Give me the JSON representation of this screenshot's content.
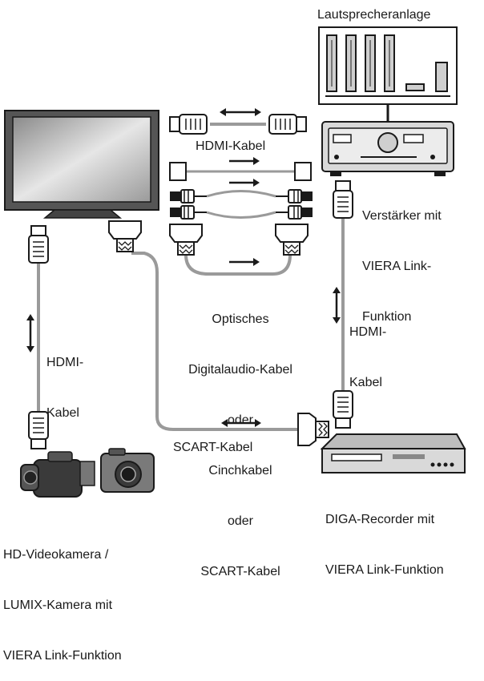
{
  "labels": {
    "speaker_system": "Lautsprecheranlage",
    "hdmi_cable_top": "HDMI-Kabel",
    "amplifier": [
      "Verstärker mit",
      "VIERA Link-",
      "Funktion"
    ],
    "hdmi_cable_left": [
      "HDMI-",
      "Kabel"
    ],
    "hdmi_cable_right": [
      "HDMI-",
      "Kabel"
    ],
    "middle_cables": [
      "Optisches",
      "Digitalaudio-Kabel",
      "oder",
      "Cinchkabel",
      "oder",
      "SCART-Kabel"
    ],
    "scart_cable_bottom": "SCART-Kabel",
    "diga_recorder": [
      "DIGA-Recorder mit",
      "VIERA Link-Funktion"
    ],
    "cameras": [
      "HD-Videokamera /",
      "LUMIX-Kamera mit",
      "VIERA Link-Funktion"
    ]
  },
  "icons": [
    "tv-icon",
    "speaker-system-icon",
    "amplifier-icon",
    "hdmi-plug-icon",
    "optical-plug-icon",
    "rca-plug-icon",
    "scart-plug-icon",
    "video-camera-icon",
    "photo-camera-icon",
    "recorder-icon",
    "double-arrow-icon",
    "right-arrow-icon"
  ],
  "colors": {
    "line": "#1a1a1a",
    "cable": "#9a9a9a",
    "device": "#d9d9d9",
    "screen": "#e8e8e8"
  }
}
